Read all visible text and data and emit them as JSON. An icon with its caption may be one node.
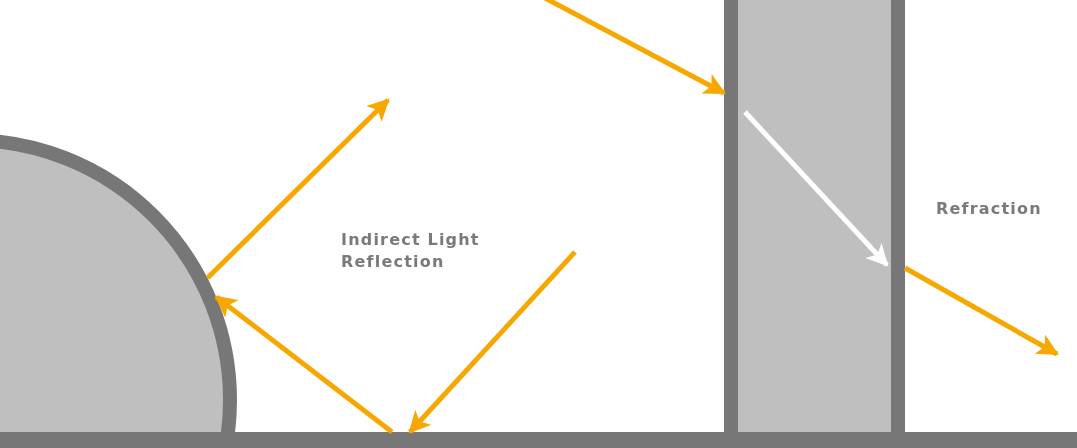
{
  "diagram": {
    "nodes": [
      {
        "text": [],
        "shape": "circle"
      },
      {
        "text": [],
        "shape": "bar"
      },
      {
        "text": [],
        "shape": "box"
      }
    ],
    "edges": [
      {
        "from": null,
        "to": 2,
        "arrow": "to"
      },
      {
        "from": 2,
        "to": null,
        "arrow": "to"
      },
      {
        "from": null,
        "to": 1,
        "arrow": "to"
      },
      {
        "from": 1,
        "to": 0,
        "arrow": "to"
      },
      {
        "from": 0,
        "to": null,
        "arrow": "to"
      }
    ],
    "labels": [
      "Indirect Light Reflection",
      "Refraction"
    ]
  }
}
